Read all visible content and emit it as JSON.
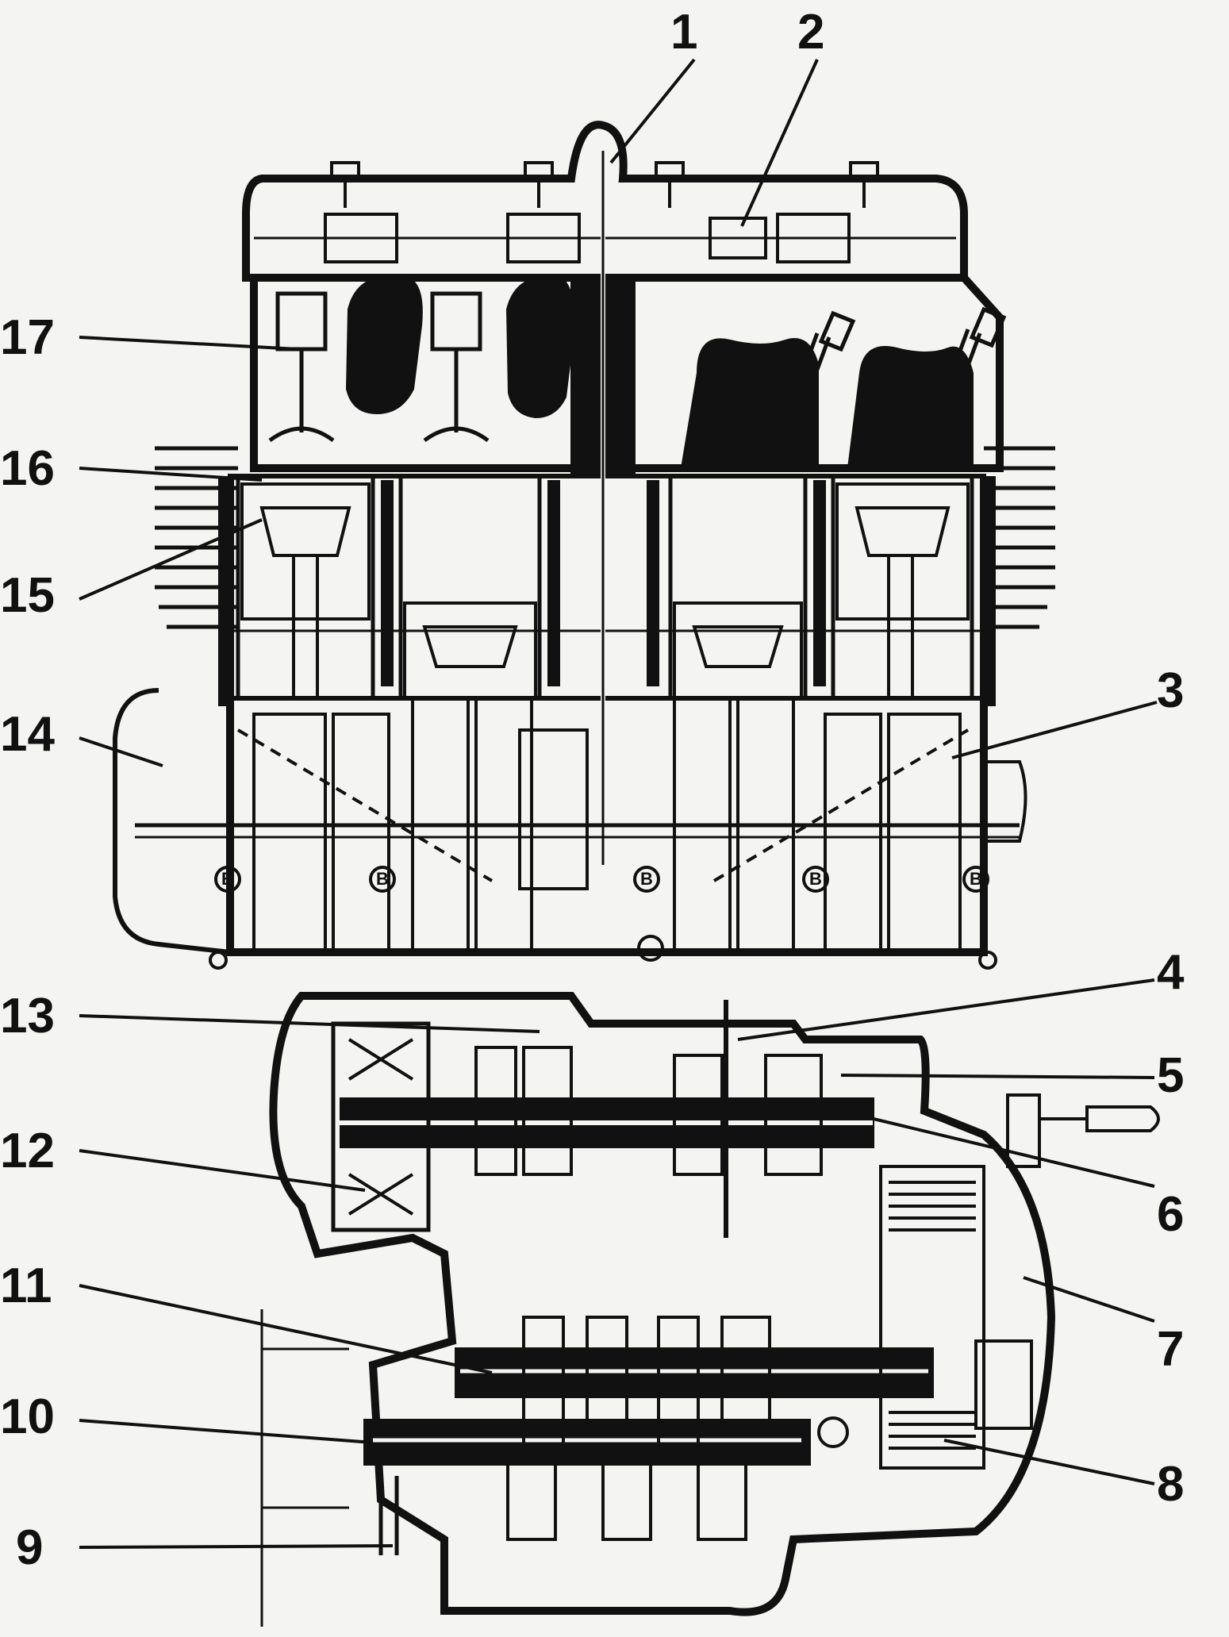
{
  "callouts": [
    {
      "id": "1",
      "label": "1"
    },
    {
      "id": "2",
      "label": "2"
    },
    {
      "id": "3",
      "label": "3"
    },
    {
      "id": "4",
      "label": "4"
    },
    {
      "id": "5",
      "label": "5"
    },
    {
      "id": "6",
      "label": "6"
    },
    {
      "id": "7",
      "label": "7"
    },
    {
      "id": "8",
      "label": "8"
    },
    {
      "id": "9",
      "label": "9"
    },
    {
      "id": "10",
      "label": "10"
    },
    {
      "id": "11",
      "label": "11"
    },
    {
      "id": "12",
      "label": "12"
    },
    {
      "id": "13",
      "label": "13"
    },
    {
      "id": "14",
      "label": "14"
    },
    {
      "id": "15",
      "label": "15"
    },
    {
      "id": "16",
      "label": "16"
    },
    {
      "id": "17",
      "label": "17"
    }
  ],
  "bearing_mark": "B",
  "colors": {
    "ink": "#111111",
    "paper": "#f4f4f2",
    "shade": "#cfcfcf"
  }
}
